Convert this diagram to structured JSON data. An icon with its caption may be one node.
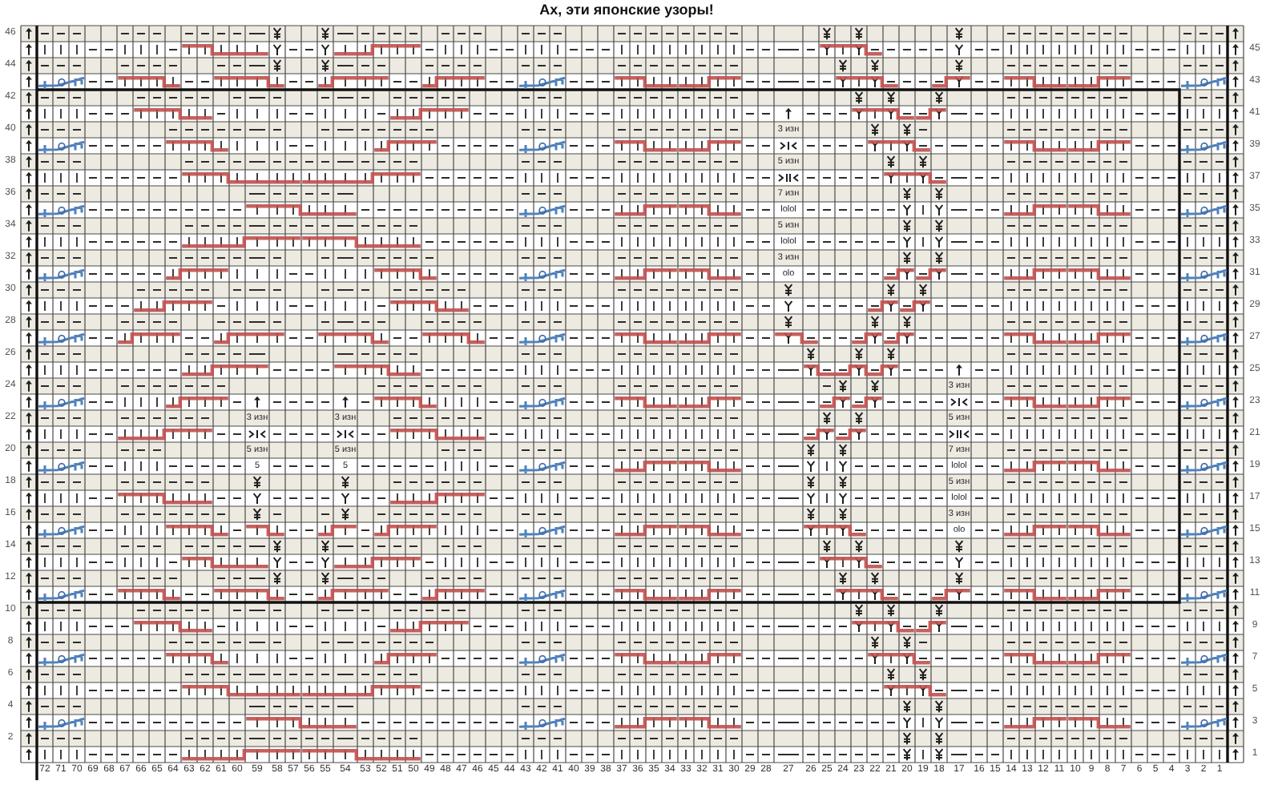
{
  "diagram": {
    "title": "Ах, эти японские узоры!",
    "labels": [
      "46",
      "45",
      "44",
      "43",
      "42",
      "41",
      "40",
      "3 изн",
      "39",
      "38",
      "5 изн",
      "37",
      "36",
      "7 изн",
      "lolol",
      "35",
      "34",
      "5 изн",
      "lolol",
      "33",
      "32",
      "3 изн",
      "olo",
      "31",
      "30",
      "29",
      "28",
      "27",
      "26",
      "25",
      "24",
      "3 изн",
      "23",
      "22",
      "3 изн",
      "3 изн",
      "5 изн",
      "21",
      "20",
      "5 изн",
      "5 изн",
      "7 изн",
      "5",
      "5",
      "lolol",
      "19",
      "18",
      "5 изн",
      "lolol",
      "17",
      "16",
      "3 изн",
      "olo",
      "15",
      "14",
      "13",
      "12",
      "11",
      "10",
      "9",
      "8",
      "7",
      "6",
      "5",
      "4",
      "3",
      "2",
      "1",
      "72",
      "71",
      "70",
      "69",
      "68",
      "67",
      "66",
      "65",
      "64",
      "63",
      "62",
      "61",
      "60",
      "59",
      "58",
      "57",
      "56",
      "55",
      "54",
      "53",
      "52",
      "51",
      "50",
      "49",
      "48",
      "47",
      "46",
      "45",
      "44",
      "43",
      "42",
      "41",
      "40",
      "39",
      "38",
      "37",
      "36",
      "35",
      "34",
      "33",
      "32",
      "31",
      "30",
      "29",
      "28",
      "27",
      "26",
      "25",
      "24",
      "23",
      "22",
      "21",
      "20",
      "19",
      "18",
      "17",
      "16",
      "15",
      "14",
      "13",
      "12",
      "11",
      "10",
      "9",
      "8",
      "7",
      "6",
      "5",
      "4",
      "3",
      "2",
      "1"
    ]
  }
}
